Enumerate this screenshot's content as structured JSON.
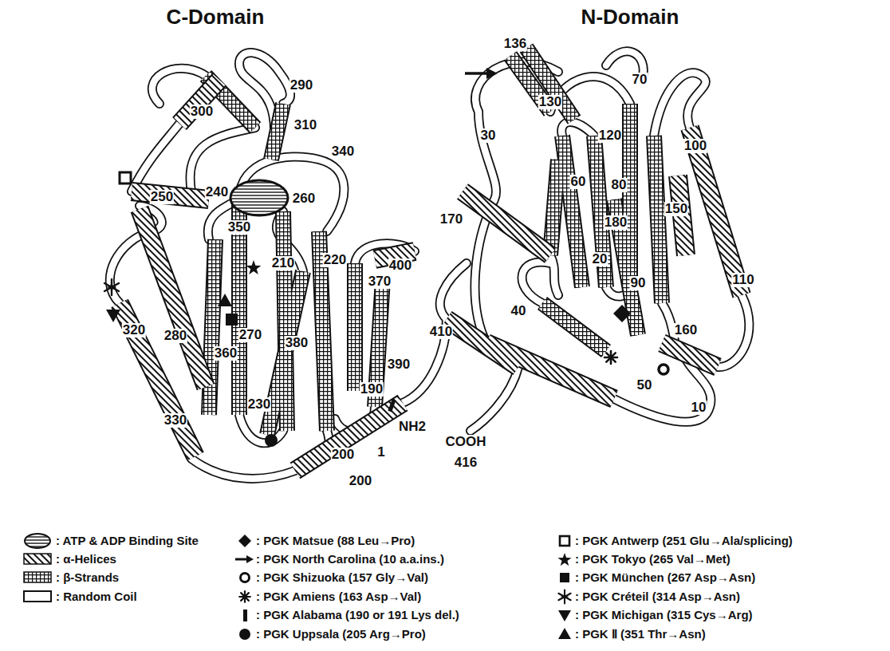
{
  "diagram": {
    "labels": [
      "C-Domain",
      "N-Domain",
      "290",
      "300",
      "310",
      "340",
      "250",
      "240",
      "260",
      "350",
      "210",
      "220",
      "400",
      "370",
      "320",
      "280",
      "360",
      "270",
      "380",
      "390",
      "330",
      "230",
      "190",
      "200",
      "200",
      "NH2",
      "1",
      "136",
      "70",
      "130",
      "30",
      "120",
      "100",
      "170",
      "60",
      "80",
      "150",
      "180",
      "20",
      "90",
      "110",
      "40",
      "410",
      "160",
      "50",
      "10",
      "COOH",
      "416"
    ],
    "legend": [
      {
        "text": ": ATP & ADP Binding Site"
      },
      {
        "text": ": α-Helices"
      },
      {
        "text": ": β-Strands"
      },
      {
        "text": ": Random Coil"
      },
      {
        "text": ": PGK Matsue (88 Leu→Pro)"
      },
      {
        "text": ": PGK North Carolina (10 a.a.ins.)"
      },
      {
        "text": ": PGK Shizuoka (157 Gly→Val)"
      },
      {
        "text": ": PGK Amiens (163 Asp→Val)"
      },
      {
        "text": ": PGK Alabama (190 or 191 Lys del.)"
      },
      {
        "text": ": PGK Uppsala (205 Arg→Pro)"
      },
      {
        "text": ": PGK Antwerp (251 Glu→Ala/splicing)"
      },
      {
        "text": ": PGK Tokyo (265 Val→Met)"
      },
      {
        "text": ": PGK München (267 Asp→Asn)"
      },
      {
        "text": ": PGK Créteil (314 Asp→Asn)"
      },
      {
        "text": ": PGK Michigan (315 Cys→Arg)"
      },
      {
        "text": ": PGK Ⅱ (351 Thr→Asn)"
      }
    ]
  }
}
